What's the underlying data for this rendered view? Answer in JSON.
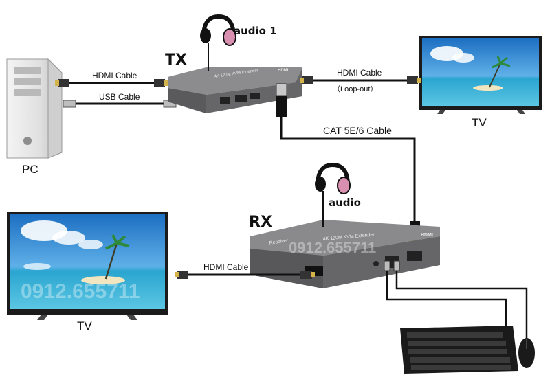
{
  "devices": {
    "tx_label": "TX",
    "rx_label": "RX",
    "pc_label": "PC",
    "tv_top_label": "TV",
    "tv_bottom_label": "TV"
  },
  "audio": {
    "tx_label": "audio 1",
    "rx_label": "audio"
  },
  "cables": {
    "pc_hdmi": "HDMI Cable",
    "pc_usb": "USB Cable",
    "loop_hdmi": "HDMI Cable",
    "loop_note": "（Loop-out）",
    "cat": "CAT 5E/6 Cable",
    "rx_hdmi": "HDMI Cable"
  },
  "watermark": "0912.655711",
  "device_print": {
    "tx_top": "4K 120M KVM Extender",
    "rx_top": "4K 120M KVM Extender",
    "rx_side": "Receiver",
    "hdmi_logo": "HDMI"
  },
  "colors": {
    "device_body": "#6e6e70",
    "device_top": "#8a8a8c",
    "cable": "#111111",
    "headphone_pink": "#d98fb0",
    "sky": "#3a8fd6",
    "sea": "#1f9fc9"
  }
}
